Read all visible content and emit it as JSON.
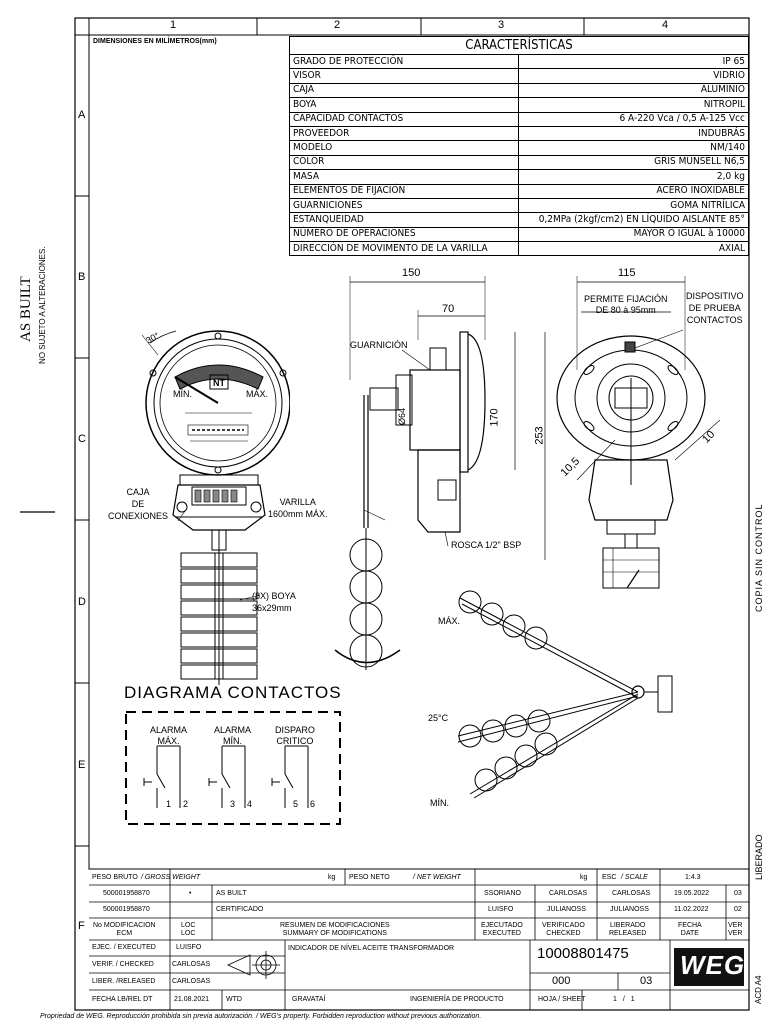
{
  "columns": [
    "1",
    "2",
    "3",
    "4"
  ],
  "rows": [
    "A",
    "B",
    "C",
    "D",
    "E",
    "F"
  ],
  "side_left": {
    "title": "AS BUILT",
    "subtitle": "NO SUJETO A ALTERACIONES."
  },
  "side_right": {
    "copy": "COPIA SIN CONTROL",
    "released": "LIBERADO",
    "sheet_size": "ACD A4"
  },
  "dimensions_note": "DIMENSIONES EN MILÍMETROS(mm)",
  "characteristics": {
    "title": "CARACTERÍSTICAS",
    "rows": [
      {
        "label": "GRADO DE PROTECCIÓN",
        "value": "IP 65"
      },
      {
        "label": "VISOR",
        "value": "VIDRIO"
      },
      {
        "label": "CAJA",
        "value": "ALUMÍNIO"
      },
      {
        "label": "BOYA",
        "value": "NITROPIL"
      },
      {
        "label": "CAPACIDAD CONTACTOS",
        "value": "6 A-220 Vca / 0,5 A-125 Vcc"
      },
      {
        "label": "PROVEEDOR",
        "value": "INDUBRÁS"
      },
      {
        "label": "MODELO",
        "value": "NM/140"
      },
      {
        "label": "COLOR",
        "value": "GRIS MUNSELL N6,5"
      },
      {
        "label": "MASA",
        "value": "2,0 kg"
      },
      {
        "label": "ELEMENTOS DE FIJACIÓN",
        "value": "ACERO INOXIDABLE"
      },
      {
        "label": "GUARNICIONES",
        "value": "GOMA NITRÍLICA"
      },
      {
        "label": "ESTANQUEIDAD",
        "value": "0,2MPa (2kgf/cm2) EN LÍQUIDO AISLANTE 85°"
      },
      {
        "label": "NÚMERO DE OPERACIONES",
        "value": "MAYOR O IGUAL à 10000"
      },
      {
        "label": "DIRECCIÓN DE MOVIMENTO DE LA VARILLA",
        "value": "AXIAL"
      }
    ]
  },
  "front_view": {
    "angle": "30°",
    "min": "MÍN.",
    "max": "MÁX.",
    "box_label": "CAJA\nDE\nCONEXIONES",
    "float_label": "(8X) BOYA\n36x29mm"
  },
  "side_view": {
    "dim_150": "150",
    "dim_70": "70",
    "dim_170": "170",
    "dim_64": "Ø64",
    "dim_253": "253",
    "gasket": "GUARNICIÓN",
    "rod": "VARILLA\n1600mm MÁX.",
    "thread": "ROSCA 1/2\" BSP"
  },
  "back_view": {
    "dim_115": "115",
    "mount": "PERMITE FIJACIÓN\nDE 80 à 95mm",
    "test_device": "DISPOSITIVO\nDE PRUEBA\nCONTACTOS",
    "dim_10": "10",
    "dim_105": "10,5"
  },
  "contacts": {
    "title": "DIAGRAMA CONTACTOS",
    "groups": [
      {
        "label": "ALARMA\nMÁX.",
        "pins": [
          "1",
          "2"
        ]
      },
      {
        "label": "ALARMA\nMÍN.",
        "pins": [
          "3",
          "4"
        ]
      },
      {
        "label": "DISPARO\nCRITICO",
        "pins": [
          "5",
          "6"
        ]
      }
    ]
  },
  "positions": {
    "max": "MÁX.",
    "mid": "25°C",
    "min": "MÍN."
  },
  "title_block": {
    "gross_weight_label": "PESO BRUTO",
    "gross_weight_label_en": "/ GROSS WEIGHT",
    "kg": "kg",
    "net_weight_label": "PESO NETO",
    "net_weight_label_en": "/ NET WEIGHT",
    "scale_label": "ESC",
    "scale_label_en": "/ SCALE",
    "scale": "1:4.3",
    "revisions": [
      {
        "ecm": "500001958870",
        "loc": "•",
        "desc": "AS BUILT",
        "exec": "SSORIANO",
        "checked": "CARLOSAS",
        "released": "CARLOSAS",
        "date": "19.05.2022",
        "ver": "03"
      },
      {
        "ecm": "500001958870",
        "loc": "",
        "desc": "CERTIFICADO",
        "exec": "LUISFO",
        "checked": "JULIANOSS",
        "released": "JULIANOSS",
        "date": "11.02.2022",
        "ver": "02"
      }
    ],
    "header": {
      "ecm": "No MODIFICACION\nECM",
      "loc": "LOC\nLOC",
      "summary": "RESUMEN DE MODIFICACIONES\nSUMMARY OF MODIFICATIONS",
      "exec": "EJECUTADO\nEXECUTED",
      "checked": "VERIFICADO\nCHECKED",
      "released": "LIBERADO\nRELEASED",
      "date": "FECHA\nDATE",
      "ver": "VER\nVER"
    },
    "executed_label": "EJEC. / EXECUTED",
    "executed": "LUISFO",
    "checked_label": "VERIF. / CHECKED",
    "checked": "CARLOSAS",
    "released_label": "LIBER. /RELEASED",
    "released": "CARLOSAS",
    "date_label": "FECHA LB/REL DT",
    "date": "21.08.2021",
    "wtd": "WTD",
    "city": "GRAVATAÍ",
    "department": "INGENIERÍA DE PRODUCTO",
    "description": "INDICADOR DE NÍVEL ACEITE TRANSFORMADOR",
    "drawing_number": "10008801475",
    "code1": "000",
    "code2": "03",
    "sheet_label": "HOJA / SHEET",
    "sheet": "1 / 1",
    "logo": "WEG"
  },
  "footer": "Propriedad de WEG. Reproducción prohibida sin previa autorización. / WEG's property. Forbidden reproduction without previous authorization."
}
